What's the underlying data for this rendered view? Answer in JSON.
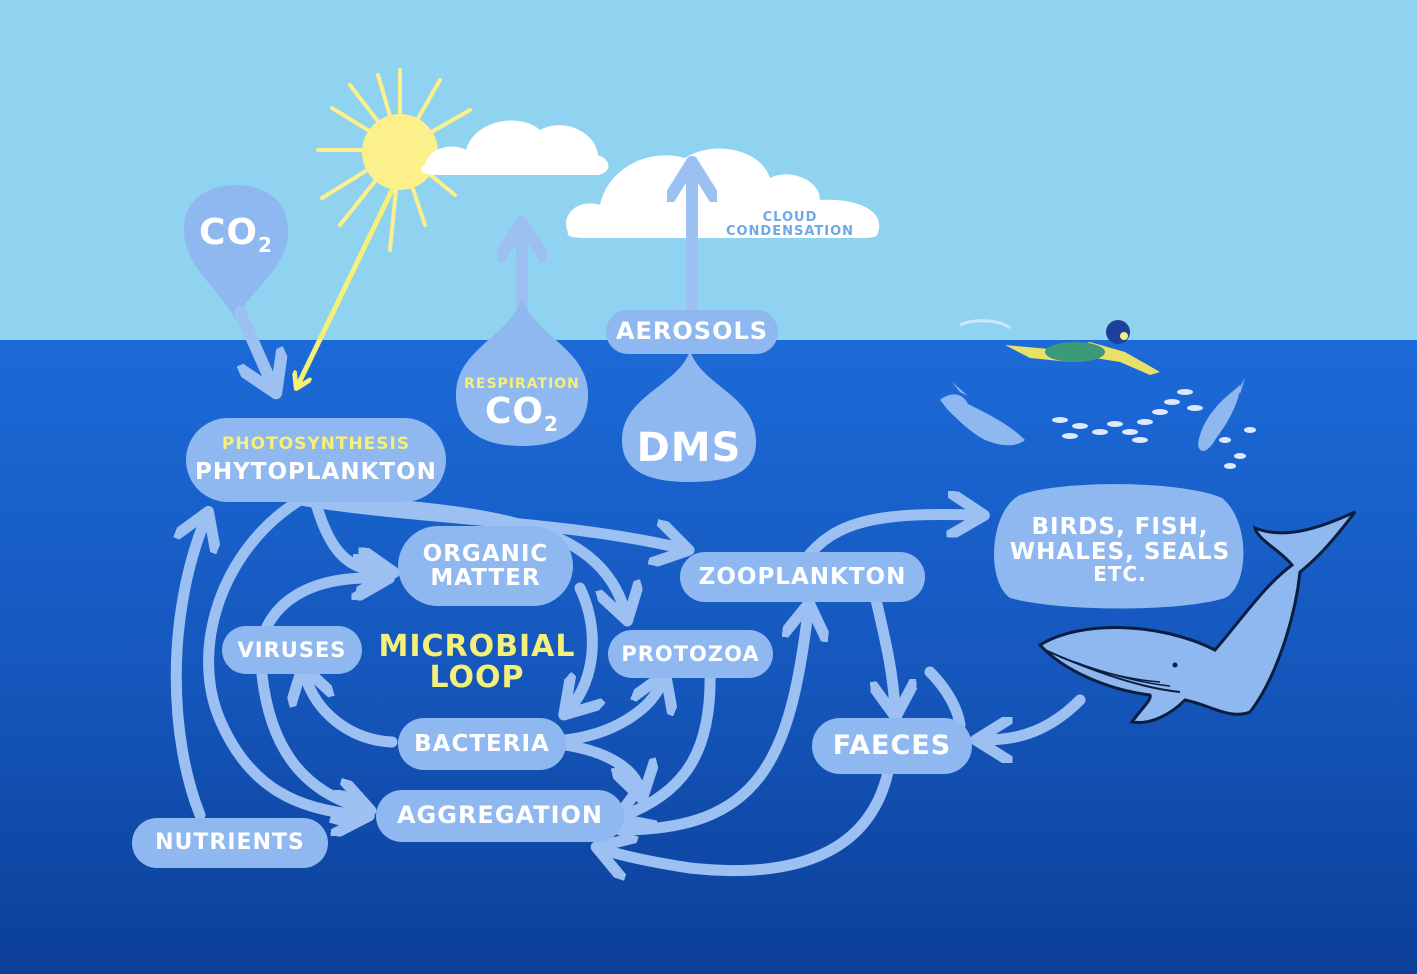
{
  "colors": {
    "sky": "#8fd3f0",
    "ocean_top": "#1a66d6",
    "ocean_bottom": "#0b3f9a",
    "node_fill": "#8fb8f0",
    "arrow": "#9cc0f2",
    "accent_yellow": "#f4f07a",
    "sun": "#fbf08c",
    "cloud": "#ffffff",
    "cloud_text": "#6fa8e6"
  },
  "atmosphere": {
    "co2": "CO",
    "co2_sub": "2",
    "cloud_condensation": "CLOUD CONDENSATION",
    "aerosols": "AEROSOLS"
  },
  "respiration": {
    "label": "RESPIRATION",
    "co2": "CO",
    "co2_sub": "2"
  },
  "dms": "DMS",
  "photosynthesis": {
    "process": "PHOTOSYNTHESIS",
    "name": "PHYTOPLANKTON"
  },
  "nodes": {
    "organic_matter": [
      "ORGANIC",
      "MATTER"
    ],
    "zooplankton": "ZOOPLANKTON",
    "birds": [
      "BIRDS, FISH,",
      "WHALES, SEALS",
      "ETC."
    ],
    "viruses": "VIRUSES",
    "microbial_loop": [
      "MICROBIAL",
      "LOOP"
    ],
    "protozoa": "PROTOZOA",
    "bacteria": "BACTERIA",
    "faeces": "FAECES",
    "aggregation": "AGGREGATION",
    "nutrients": "NUTRIENTS"
  }
}
